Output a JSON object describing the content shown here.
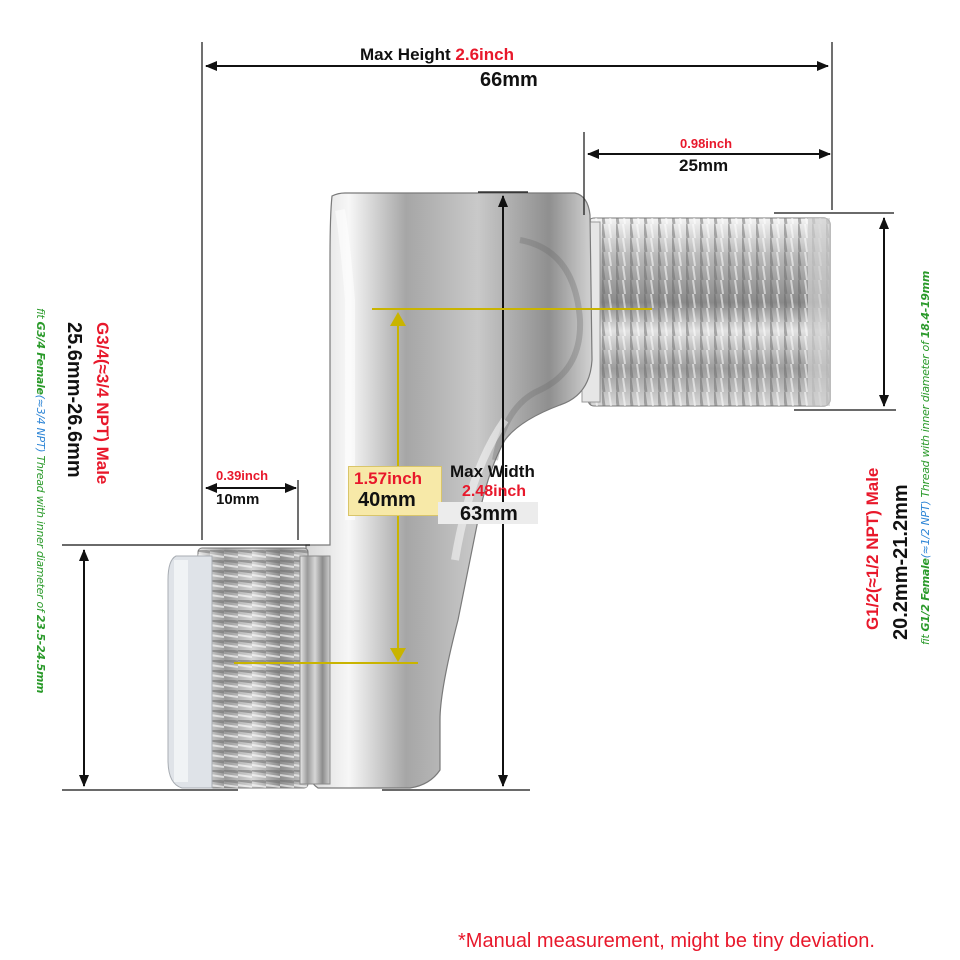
{
  "max_height": {
    "label": "Max Height",
    "inch": "2.6inch",
    "mm": "66mm"
  },
  "right_thread_length": {
    "inch": "0.98inch",
    "mm": "25mm"
  },
  "left_thread_length": {
    "inch": "0.39inch",
    "mm": "10mm"
  },
  "offset": {
    "inch": "1.57inch",
    "mm": "40mm"
  },
  "max_width": {
    "label": "Max Width",
    "inch": "2.48inch",
    "mm": "63mm"
  },
  "left_port": {
    "spec": "G3/4(≈3/4 NPT) Male",
    "range": "25.6mm-26.6mm",
    "fit_prefix": "fit ",
    "fit_thread": "G3/4 Female",
    "fit_npt": "(≈3/4 NPT)",
    "fit_mid": " Thread with inner diameter of ",
    "fit_diameter": "23.5-24.5mm"
  },
  "right_port": {
    "spec": "G1/2(≈1/2 NPT) Male",
    "range": "20.2mm-21.2mm",
    "fit_prefix": "fit ",
    "fit_thread": "G1/2 Female",
    "fit_npt": "(≈1/2 NPT)",
    "fit_mid": " Thread with inner diameter of ",
    "fit_diameter": "18.4-19mm"
  },
  "disclaimer": "*Manual measurement, might be tiny deviation.",
  "colors": {
    "red": "#e8182b",
    "black": "#111111",
    "green": "#2a9a2a",
    "blue": "#2f86d6",
    "highlight": "#f7e9a8",
    "guide_yellow": "#c9b400"
  }
}
